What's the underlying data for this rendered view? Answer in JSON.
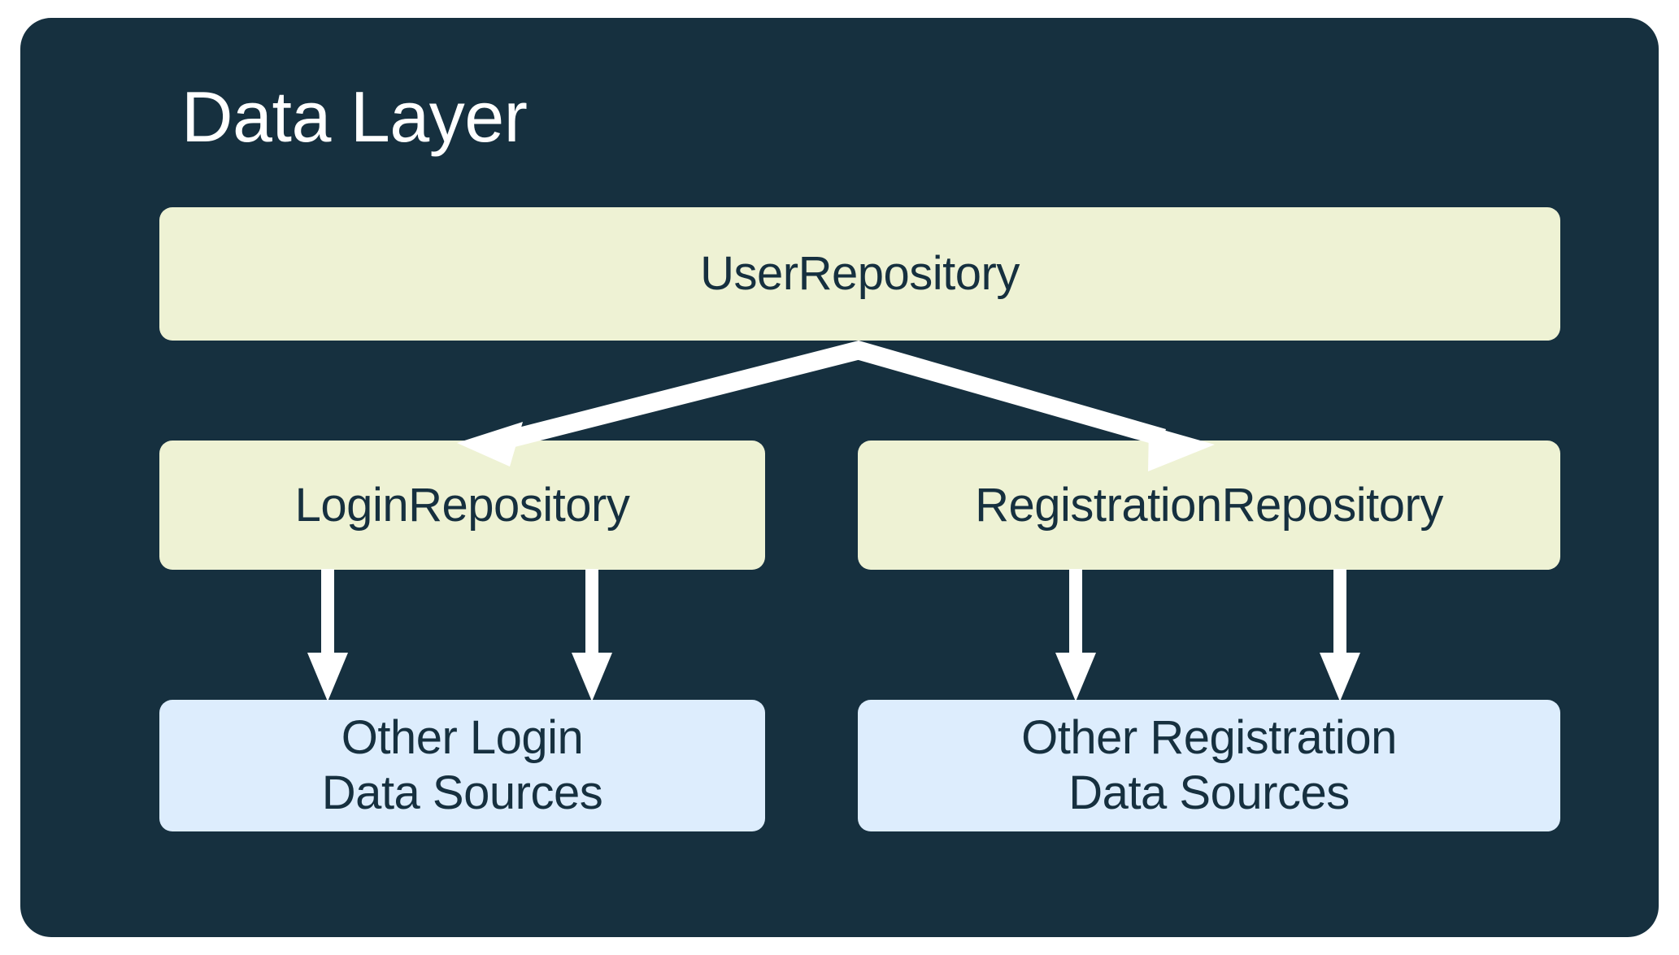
{
  "diagram": {
    "title": "Data Layer",
    "background_color": "#16303f",
    "title_color": "#ffffff",
    "repository_box_color": "#eef2d4",
    "data_source_box_color": "#ddedfd",
    "node_text_color": "#16303f",
    "arrow_color": "#ffffff",
    "nodes": {
      "user_repository": {
        "label": "UserRepository",
        "type": "repository"
      },
      "login_repository": {
        "label": "LoginRepository",
        "type": "repository"
      },
      "registration_repository": {
        "label": "RegistrationRepository",
        "type": "repository"
      },
      "other_login_sources": {
        "label": "Other Login\nData Sources",
        "type": "data-source"
      },
      "other_registration_sources": {
        "label": "Other Registration\nData Sources",
        "type": "data-source"
      }
    },
    "edges": [
      {
        "from": "user_repository",
        "to": "login_repository",
        "style": "arrow"
      },
      {
        "from": "user_repository",
        "to": "registration_repository",
        "style": "arrow"
      },
      {
        "from": "login_repository",
        "to": "other_login_sources",
        "style": "arrow"
      },
      {
        "from": "login_repository",
        "to": "other_login_sources",
        "style": "arrow"
      },
      {
        "from": "registration_repository",
        "to": "other_registration_sources",
        "style": "arrow"
      },
      {
        "from": "registration_repository",
        "to": "other_registration_sources",
        "style": "arrow"
      }
    ]
  }
}
